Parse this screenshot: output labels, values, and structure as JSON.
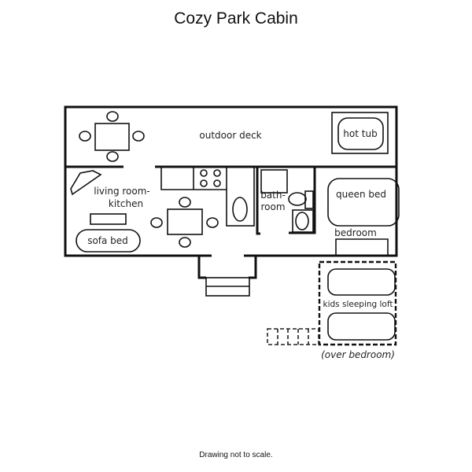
{
  "title": "Cozy Park Cabin",
  "footnote": "Drawing not to scale.",
  "rooms": {
    "deck": "outdoor deck",
    "hot_tub": "hot tub",
    "living_1": "living room-",
    "living_2": "kitchen",
    "sofa_bed": "sofa bed",
    "bath_1": "bath-",
    "bath_2": "room",
    "queen_bed": "queen bed",
    "bedroom": "bedroom",
    "loft": "kids sleeping loft",
    "loft_note": "(over bedroom)"
  }
}
